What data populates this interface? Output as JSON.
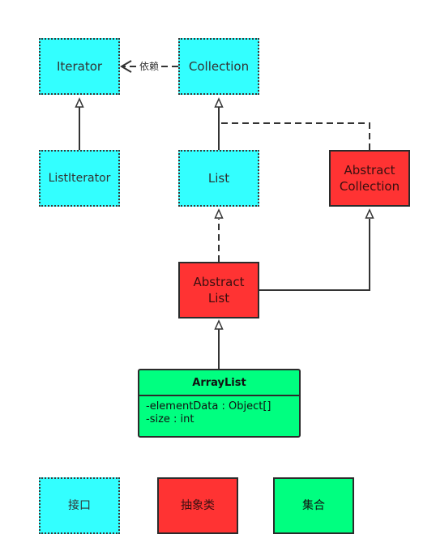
{
  "nodes": {
    "iterator": "Iterator",
    "collection": "Collection",
    "list_iterator": "ListIterator",
    "list": "List",
    "abstract_collection": [
      "Abstract",
      "Collection"
    ],
    "abstract_list": [
      "Abstract",
      "List"
    ]
  },
  "arraylist": {
    "title": "ArrayList",
    "attributes": [
      "-elementData : Object[]",
      "-size : int"
    ]
  },
  "edges": {
    "dependency_label": "依赖"
  },
  "legend": {
    "interface": "接口",
    "abstract_class": "抽象类",
    "collection": "集合"
  },
  "colors": {
    "interface": "#33ffff",
    "abstract": "#ff3333",
    "concrete": "#00ff80"
  }
}
